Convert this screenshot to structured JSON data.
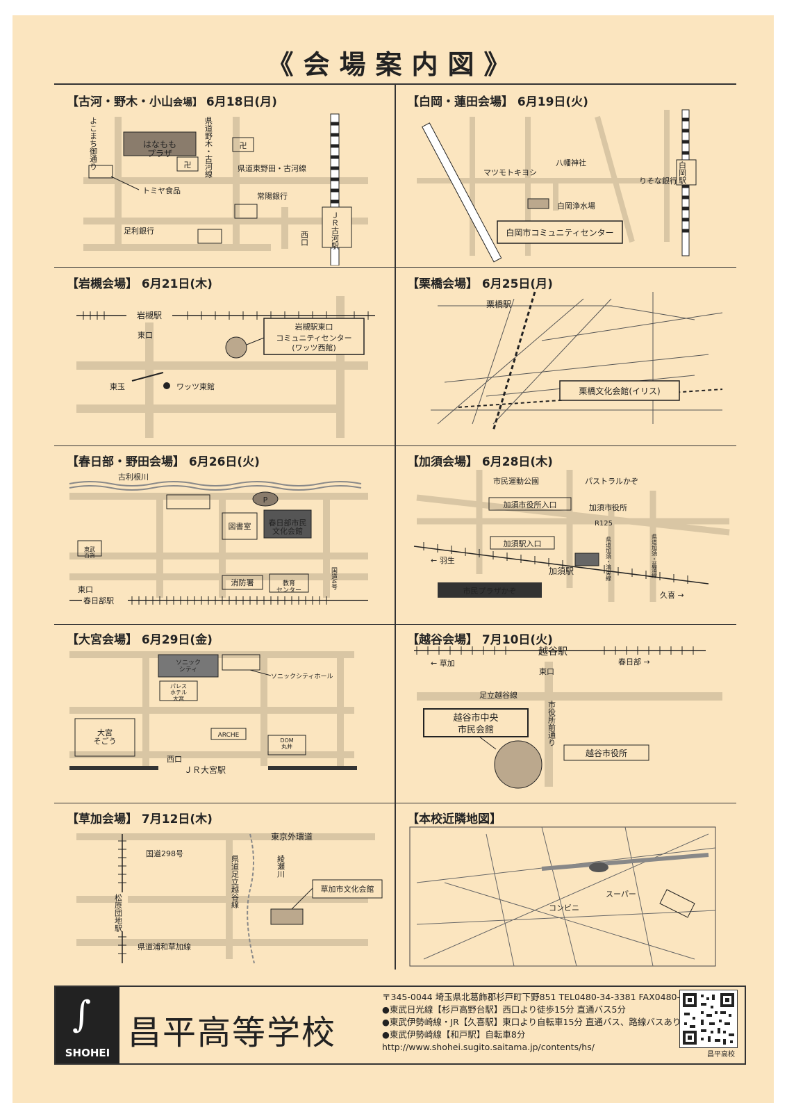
{
  "title": "《会場案内図》",
  "panels": {
    "p1": {
      "head": "【古河・野木・小山",
      "head_small": "会場】",
      "date": "6月18日(月)",
      "labels": {
        "plaza": "はなもも\nプラザ",
        "yokomachi": "よこまち御通り",
        "ken": "県道野木・古河線",
        "kenhigashi": "県道東野田・古河線",
        "tomiya": "トミヤ食品",
        "joyo": "常陽銀行",
        "ashikaga": "足利銀行",
        "nishi": "西口",
        "station": "ＪＲ古河駅"
      }
    },
    "p2": {
      "head": "【白岡・蓮田会場】",
      "date": "6月19日(火)",
      "labels": {
        "matsumoto": "マツモトキヨシ",
        "hachiman": "八幡神社",
        "risona": "りそな銀行",
        "station": "白岡駅",
        "josui": "白岡浄水場",
        "center": "白岡市コミュニティセンター"
      }
    },
    "p3": {
      "head": "【岩槻会場】",
      "date": "6月21日(木)",
      "labels": {
        "station": "岩槻駅",
        "higashi": "東口",
        "center1": "岩槻駅東口",
        "center2": "コミュニティセンター",
        "center3": "(ワッツ西館)",
        "tobu": "東玉",
        "watts": "ワッツ東館"
      }
    },
    "p4": {
      "head": "【栗橋会場】",
      "date": "6月25日(月)",
      "labels": {
        "station": "栗橋駅",
        "hall": "栗橋文化会館(イリス)"
      }
    },
    "p5": {
      "head": "【春日部・野田会場】",
      "date": "6月26日(火)",
      "labels": {
        "river": "古利根川",
        "p": "P",
        "lib": "図書室",
        "hall": "春日部市民\n文化会館",
        "fire": "消防署",
        "edu": "教育\nセンター",
        "kokudo": "国道4号",
        "east": "東口",
        "station": "春日部駅",
        "toho": "東武\n百貨"
      }
    },
    "p6": {
      "head": "【加須会場】",
      "date": "6月28日(木)",
      "labels": {
        "park": "市民運動公園",
        "pastoral": "パストラルかぞ",
        "cityhall_in": "加須市役所入口",
        "cityhall": "加須市役所",
        "r125": "R125",
        "station_in": "加須駅入口",
        "hanyu": "← 羽生",
        "station": "加須駅",
        "plaza": "市民プラザかぞ",
        "kuki": "久喜 →",
        "ken1": "県道加須・鴻巣線",
        "ken2": "県道加須・菖蒲線"
      }
    },
    "p7": {
      "head": "【大宮会場】",
      "date": "6月29日(金)",
      "labels": {
        "sonic": "ソニック\nシティ",
        "sonichall": "ソニックシティホール",
        "palace": "パレス\nホテル\n大宮",
        "sogo": "大宮\nそごう",
        "arche": "ARCHE",
        "dom": "DOM\n丸井",
        "nishi": "西口",
        "station": "ＪＲ大宮駅"
      }
    },
    "p8": {
      "head": "【越谷会場】",
      "date": "7月10日(火)",
      "labels": {
        "soka": "← 草加",
        "station": "越谷駅",
        "kasukabe": "春日部 →",
        "east": "東口",
        "adachi": "足立越谷線",
        "road": "市役所前通り",
        "hall1": "越谷市中央",
        "hall2": "市民会館",
        "cityhall": "越谷市役所"
      }
    },
    "p9": {
      "head": "【草加会場】",
      "date": "7月12日(木)",
      "labels": {
        "gaikan": "東京外環道",
        "r298": "国道298号",
        "ken": "県道足立越谷線",
        "river": "綾瀬川",
        "station": "松原団地駅",
        "hall": "草加市文化会館",
        "urawa": "県道浦和草加線"
      }
    },
    "p10": {
      "head": "【本校近隣地図】",
      "labels": {
        "super": "スーパー",
        "conv": "コンビニ"
      }
    }
  },
  "footer": {
    "logo_text": "SHOHEI",
    "school": "昌平高等学校",
    "address": "〒345-0044 埼玉県北葛飾郡杉戸町下野851 TEL0480-34-3381 FAX0480-34-9854",
    "access1": "●東武日光線【杉戸高野台駅】西口より徒歩15分 直通バス5分",
    "access2": "●東武伊勢崎線・JR【久喜駅】東口より自転車15分 直通バス、路線バスあり",
    "access3": "●東武伊勢崎線【和戸駅】自転車8分",
    "url": "http://www.shohei.sugito.saitama.jp/contents/hs/",
    "qr_caption": "昌平高校"
  }
}
